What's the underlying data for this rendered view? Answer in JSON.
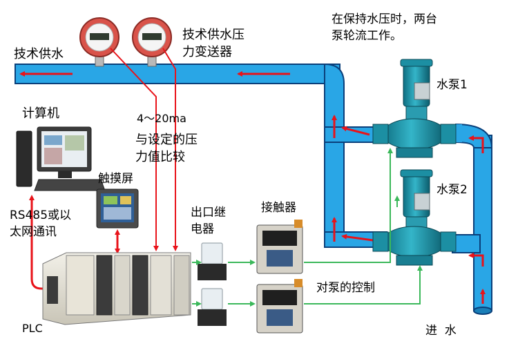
{
  "labels": {
    "water_supply": "技术供水",
    "transmitter": "技术供水压力变送器",
    "pump_note": "在保持水压时，两台泵轮流工作。",
    "pump1": "水泵1",
    "pump2": "水泵2",
    "computer": "计算机",
    "signal": "4～20ma",
    "compare": "与设定的压力值比较",
    "touchscreen": "触摸屏",
    "rs485": "RS485或以太网通讯",
    "relay": "出口继电器",
    "contactor": "接触器",
    "pump_control": "对泵的控制",
    "plc": "PLC",
    "inlet": "进  水"
  },
  "lines": {
    "transmitter": [
      "技术供水压",
      "力变送器"
    ],
    "pump_note": [
      "在保持水压时，两台",
      "泵轮流工作。"
    ],
    "compare": [
      "与设定的压",
      "力值比较"
    ],
    "rs485": [
      "RS485或以",
      "太网通讯"
    ],
    "relay": [
      "出口继",
      "电器"
    ]
  },
  "colors": {
    "pipe": "#29a6e6",
    "pipe_edge": "#0a3f7a",
    "flow_arrow": "#e8131a",
    "signal_line": "#e8131a",
    "control_line": "#3bb85a",
    "pump_body": "#1c8fa3"
  }
}
